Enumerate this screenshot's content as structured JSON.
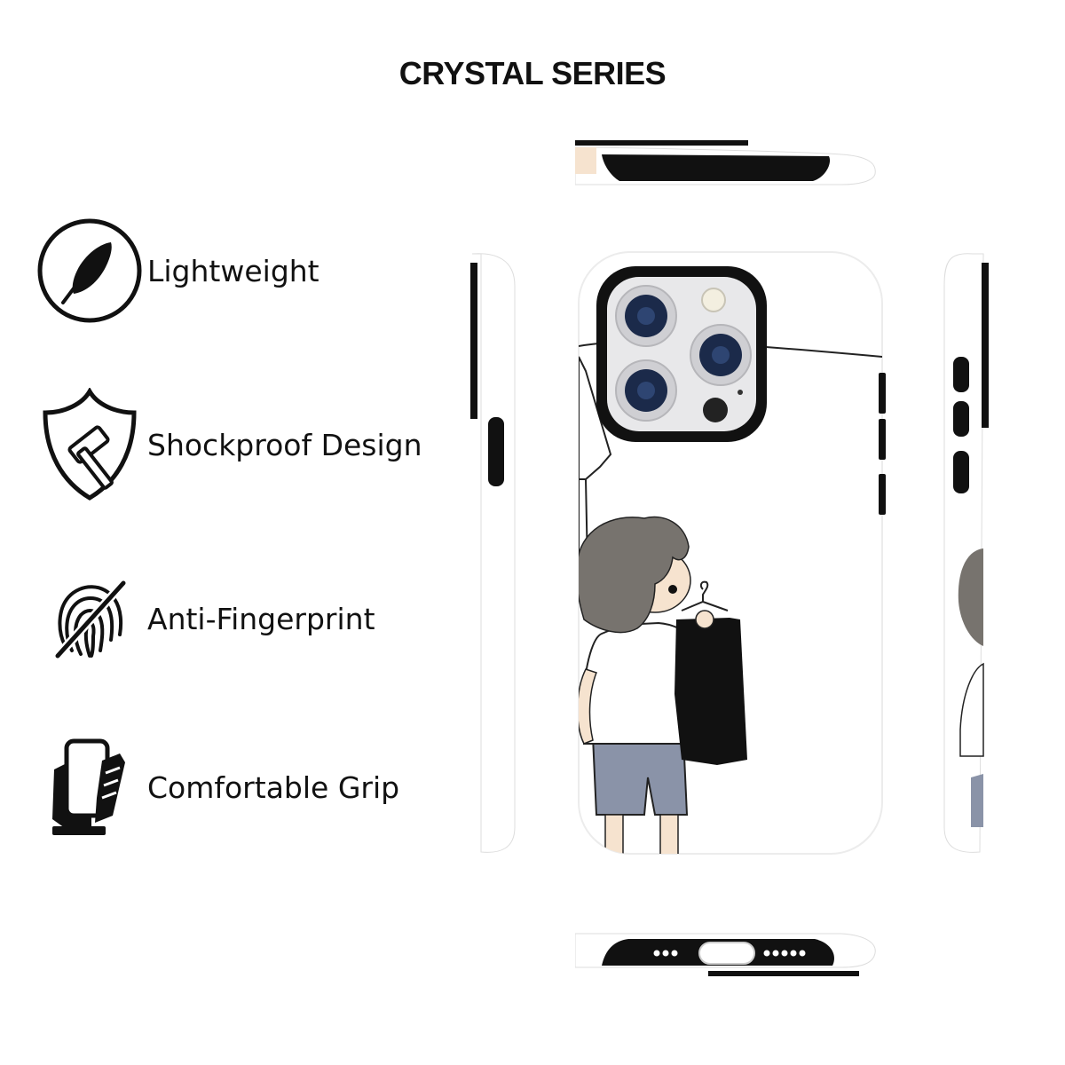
{
  "title": "CRYSTAL SERIES",
  "features": [
    {
      "label": "Lightweight",
      "icon": "feather-icon"
    },
    {
      "label": "Shockproof Design",
      "icon": "shield-hammer-icon"
    },
    {
      "label": "Anti-Fingerprint",
      "icon": "fingerprint-off-icon"
    },
    {
      "label": "Comfortable Grip",
      "icon": "hand-phone-grip-icon"
    }
  ],
  "colors": {
    "case_body": "#ffffff",
    "case_rim": "#111111",
    "camera_plate": "#e8e8ea",
    "lens": "#1b2a4a",
    "shorts": "#8a93a8",
    "hair": "#77736e",
    "skin": "#f6e3cf"
  }
}
